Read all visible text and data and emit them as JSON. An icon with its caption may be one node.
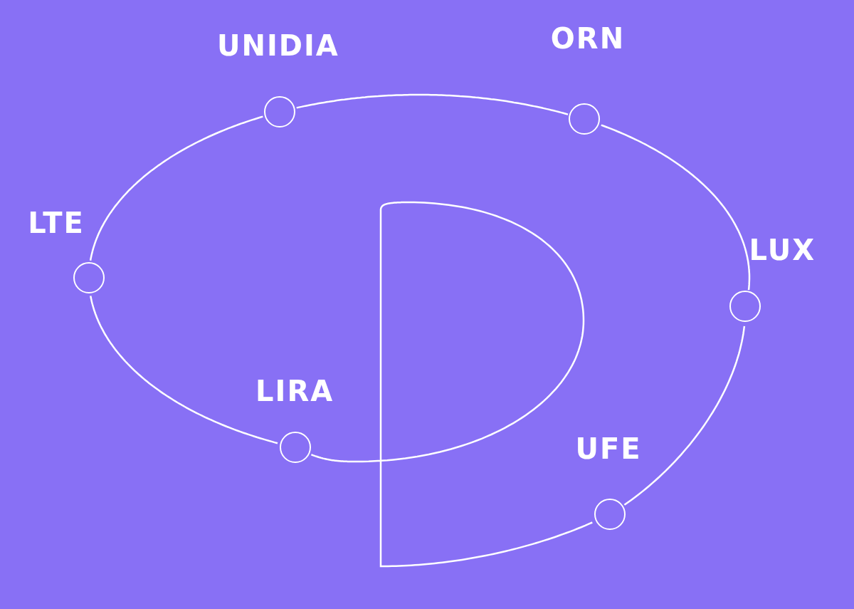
{
  "diagram": {
    "nodes": [
      {
        "text": [
          "UNIDIA"
        ]
      },
      {
        "text": [
          "ORN"
        ]
      },
      {
        "text": [
          "LTE"
        ]
      },
      {
        "text": [
          "LUX"
        ]
      },
      {
        "text": [
          "LIRA"
        ]
      },
      {
        "text": [
          "UFE"
        ]
      }
    ],
    "edges": [
      {
        "from": 2,
        "to": 0,
        "arrow": "none"
      },
      {
        "from": 0,
        "to": 1,
        "arrow": "none"
      },
      {
        "from": 1,
        "to": 3,
        "arrow": "none"
      },
      {
        "from": 3,
        "to": 5,
        "arrow": "none"
      },
      {
        "from": 5,
        "to": 4,
        "arrow": "none"
      },
      {
        "from": 4,
        "to": 2,
        "arrow": "none"
      }
    ]
  }
}
